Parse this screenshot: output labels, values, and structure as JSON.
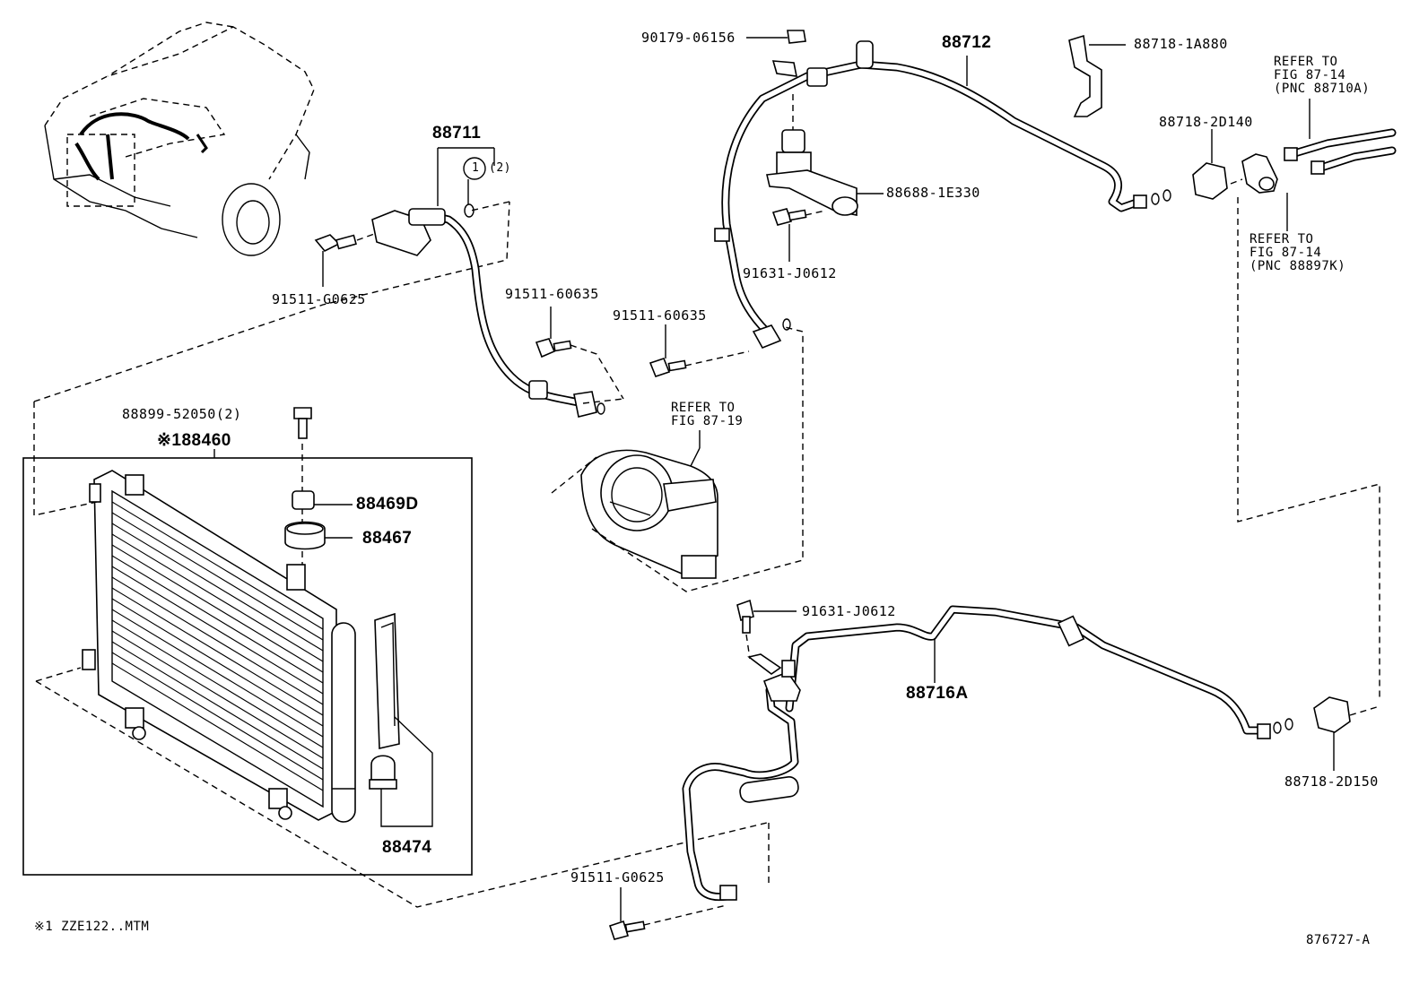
{
  "labels": {
    "p88711": "88711",
    "p88711_qty": "(2)",
    "circle1": "1",
    "p91511_g0625_top": "91511-G0625",
    "p91511_60635_a": "91511-60635",
    "p91511_60635_b": "91511-60635",
    "p88899": "88899-52050(2)",
    "p88460": "※188460",
    "p88469d": "88469D",
    "p88467": "88467",
    "p88474": "88474",
    "p90179": "90179-06156",
    "p88712": "88712",
    "p88718_1a880": "88718-1A880",
    "p88688": "88688-1E330",
    "p91631_top": "91631-J0612",
    "p88718_2d140": "88718-2D140",
    "ref_fig_8714_a": "REFER TO\nFIG 87-14\n(PNC 88710A)",
    "ref_fig_8714_b": "REFER TO\nFIG 87-14\n(PNC 88897K)",
    "ref_fig_8719": "REFER TO\nFIG 87-19",
    "p91631_bottom": "91631-J0612",
    "p88716a": "88716A",
    "p88718_2d150": "88718-2D150",
    "p91511_g0625_bottom": "91511-G0625",
    "footnote": "※1 ZZE122..MTM",
    "diagram_id": "876727-A"
  }
}
